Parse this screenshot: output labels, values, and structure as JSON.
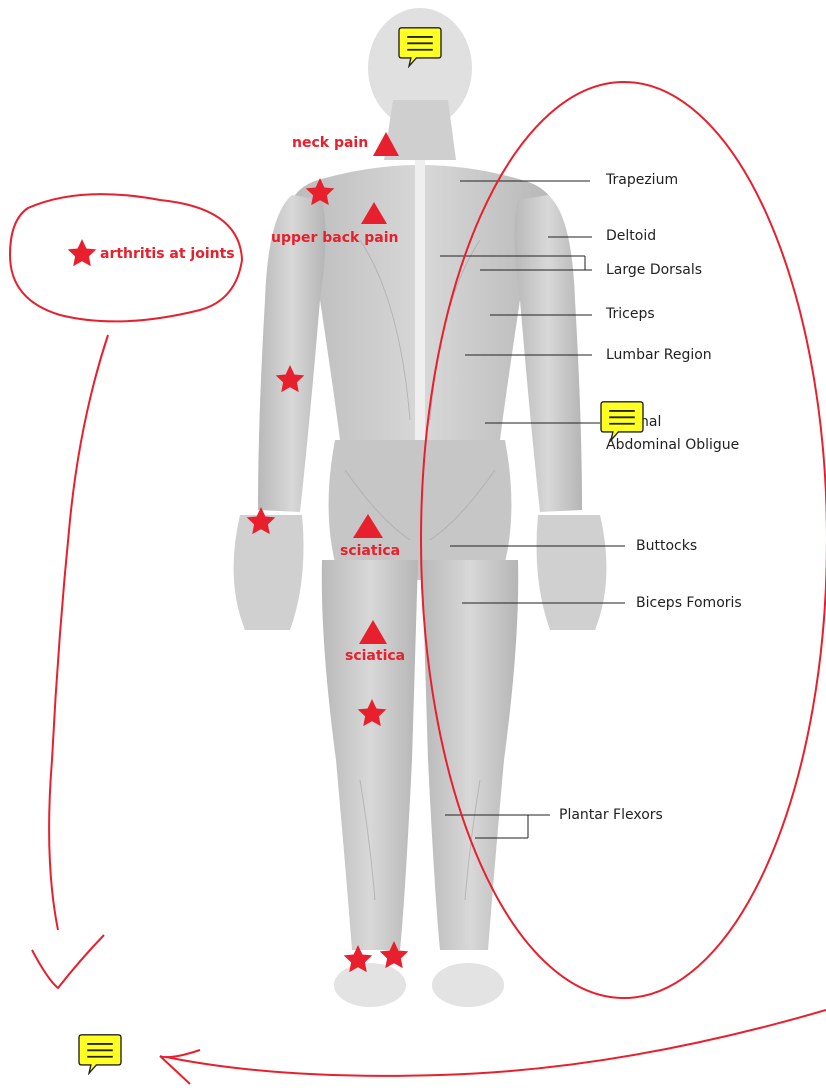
{
  "labels": {
    "trapezium": "Trapezium",
    "deltoid": "Deltoid",
    "large_dorsals": "Large Dorsals",
    "triceps": "Triceps",
    "lumbar_region": "Lumbar Region",
    "external_fragment": "nal",
    "abdominal_oblique": "Abdominal Obligue",
    "buttocks": "Buttocks",
    "biceps_femoris": "Biceps Fomoris",
    "plantar_flexors": "Plantar Flexors"
  },
  "annotations": {
    "neck_pain": "neck pain",
    "upper_back_pain": "upper back pain",
    "sciatica_upper": "sciatica",
    "sciatica_lower": "sciatica",
    "legend_text": "arthritis at joints"
  },
  "colors": {
    "annotation_red": "#e8202e",
    "note_yellow": "#ffff22",
    "muscle_gray": "#c9c9c9"
  },
  "icons": {
    "comment": "comment-note-icon",
    "star": "star-icon",
    "triangle": "triangle-icon"
  }
}
